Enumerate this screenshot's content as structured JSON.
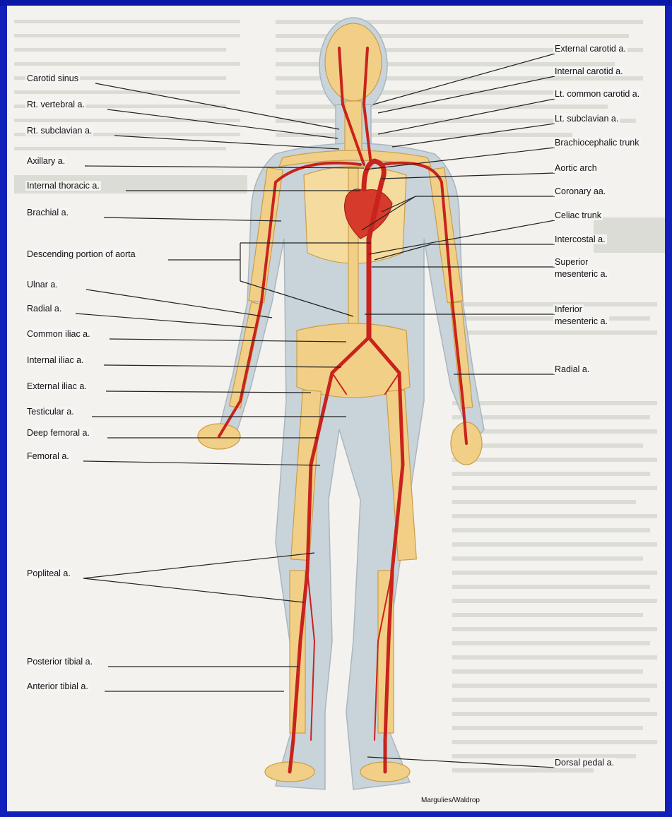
{
  "labels_left": [
    {
      "id": "carotid-sinus",
      "text": "Carotid sinus"
    },
    {
      "id": "rt-vertebral",
      "text": "Rt. vertebral a."
    },
    {
      "id": "rt-subclavian",
      "text": "Rt. subclavian a."
    },
    {
      "id": "axillary",
      "text": "Axillary a."
    },
    {
      "id": "internal-thoracic",
      "text": "Internal thoracic a."
    },
    {
      "id": "brachial",
      "text": "Brachial a."
    },
    {
      "id": "descending-aorta",
      "text": "Descending portion of aorta"
    },
    {
      "id": "ulnar",
      "text": "Ulnar a."
    },
    {
      "id": "radial-left",
      "text": "Radial a."
    },
    {
      "id": "common-iliac",
      "text": "Common iliac a."
    },
    {
      "id": "internal-iliac",
      "text": "Internal iliac a."
    },
    {
      "id": "external-iliac",
      "text": "External iliac a."
    },
    {
      "id": "testicular",
      "text": "Testicular a."
    },
    {
      "id": "deep-femoral",
      "text": "Deep femoral a."
    },
    {
      "id": "femoral",
      "text": "Femoral a."
    },
    {
      "id": "popliteal",
      "text": "Popliteal a."
    },
    {
      "id": "posterior-tibial",
      "text": "Posterior tibial a."
    },
    {
      "id": "anterior-tibial",
      "text": "Anterior tibial a."
    }
  ],
  "labels_right": [
    {
      "id": "external-carotid",
      "text": "External carotid a."
    },
    {
      "id": "internal-carotid",
      "text": "Internal carotid a."
    },
    {
      "id": "lt-common-carotid",
      "text": "Lt. common carotid a."
    },
    {
      "id": "lt-subclavian",
      "text": "Lt. subclavian a."
    },
    {
      "id": "brachiocephalic",
      "text": "Brachiocephalic trunk"
    },
    {
      "id": "aortic-arch",
      "text": "Aortic arch"
    },
    {
      "id": "coronary",
      "text": "Coronary aa."
    },
    {
      "id": "celiac",
      "text": "Celiac trunk"
    },
    {
      "id": "intercostal",
      "text": "Intercostal a."
    },
    {
      "id": "superior-mesenteric-1",
      "text": "Superior"
    },
    {
      "id": "superior-mesenteric-2",
      "text": "mesenteric a."
    },
    {
      "id": "inferior-mesenteric-1",
      "text": "Inferior"
    },
    {
      "id": "inferior-mesenteric-2",
      "text": "mesenteric a."
    },
    {
      "id": "radial-right",
      "text": "Radial a."
    },
    {
      "id": "dorsal-pedal",
      "text": "Dorsal pedal a."
    }
  ],
  "credit": "Margulies/Waldrop",
  "colors": {
    "frame": "#1020b8",
    "page": "#f3f2ee",
    "body": "#c9d3da",
    "bone": "#f2cf86",
    "artery": "#c8231c"
  }
}
